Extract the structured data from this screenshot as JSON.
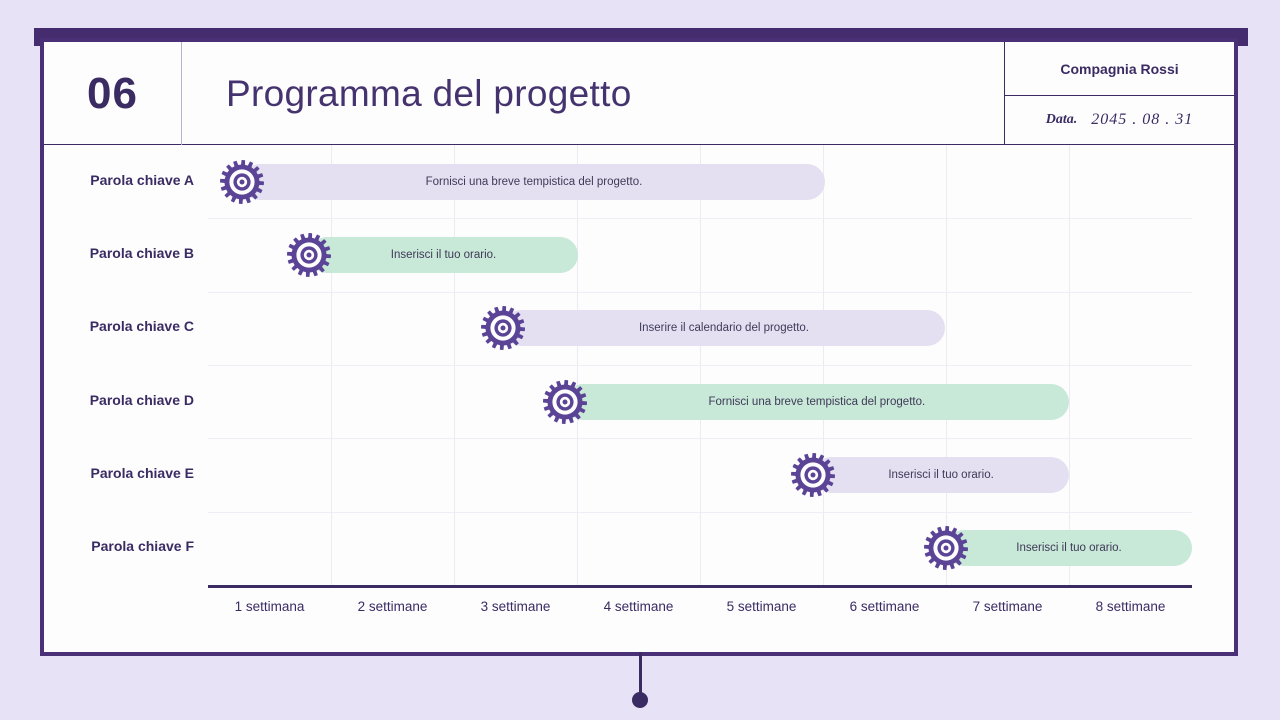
{
  "slide": {
    "number": "06",
    "title": "Programma del progetto",
    "company": "Compagnia Rossi",
    "date_label": "Data.",
    "date_value": "2045 . 08 . 31"
  },
  "colors": {
    "frame": "#4a3177",
    "top_bar": "#452c6e",
    "text_dark": "#3b2b63",
    "bar_purple": "#e4e0f2",
    "bar_green": "#c8e8d8",
    "gear": "#5b4396",
    "page_bg": "#e7e2f5"
  },
  "chart_data": {
    "type": "bar",
    "subtype": "gantt",
    "title": "Programma del progetto",
    "xlabel": "",
    "ylabel": "",
    "grid": true,
    "legend": "none",
    "xlim": [
      0,
      8
    ],
    "x_unit": "settimane",
    "categories": [
      "Parola chiave A",
      "Parola chiave B",
      "Parola chiave C",
      "Parola chiave D",
      "Parola chiave E",
      "Parola chiave F"
    ],
    "tick_labels": [
      "1 settimana",
      "2 settimane",
      "3 settimane",
      "4 settimane",
      "5 settimane",
      "6 settimane",
      "7 settimane",
      "8 settimane"
    ],
    "tasks": [
      {
        "label": "Parola chiave A",
        "text": "Fornisci una breve tempistica del progetto.",
        "start": 0.28,
        "end": 5.02,
        "color": "bar_purple",
        "marker": "gear-icon"
      },
      {
        "label": "Parola chiave B",
        "text": "Inserisci il tuo orario.",
        "start": 0.82,
        "end": 3.01,
        "color": "bar_green",
        "marker": "gear-icon"
      },
      {
        "label": "Parola chiave C",
        "text": "Inserire il calendario del progetto.",
        "start": 2.4,
        "end": 5.99,
        "color": "bar_purple",
        "marker": "gear-icon"
      },
      {
        "label": "Parola chiave D",
        "text": "Fornisci una breve tempistica del progetto.",
        "start": 2.9,
        "end": 7.0,
        "color": "bar_green",
        "marker": "gear-icon"
      },
      {
        "label": "Parola chiave E",
        "text": "Inserisci il tuo orario.",
        "start": 4.92,
        "end": 7.0,
        "color": "bar_purple",
        "marker": "gear-icon"
      },
      {
        "label": "Parola chiave F",
        "text": "Inserisci il tuo orario.",
        "start": 6.0,
        "end": 8.0,
        "color": "bar_green",
        "marker": "gear-icon"
      }
    ]
  }
}
